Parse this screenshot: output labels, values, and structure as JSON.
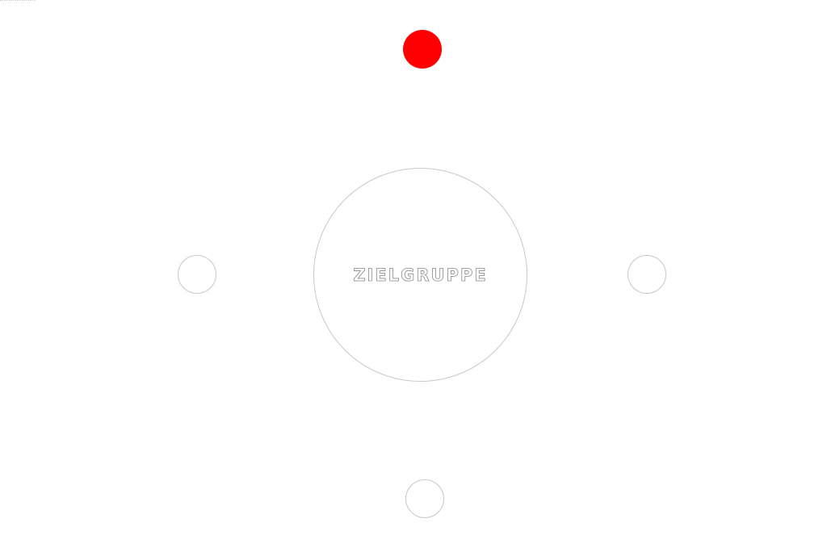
{
  "center": {
    "label": "ZIELGRUPPE"
  },
  "satellites": {
    "top": {
      "state": "active",
      "color": "#ff0000"
    },
    "left": {
      "state": "inactive"
    },
    "right": {
      "state": "inactive"
    },
    "bottom": {
      "state": "inactive"
    }
  },
  "colors": {
    "active": "#ff0000",
    "outline": "#c8c8c8",
    "background": "#ffffff"
  }
}
